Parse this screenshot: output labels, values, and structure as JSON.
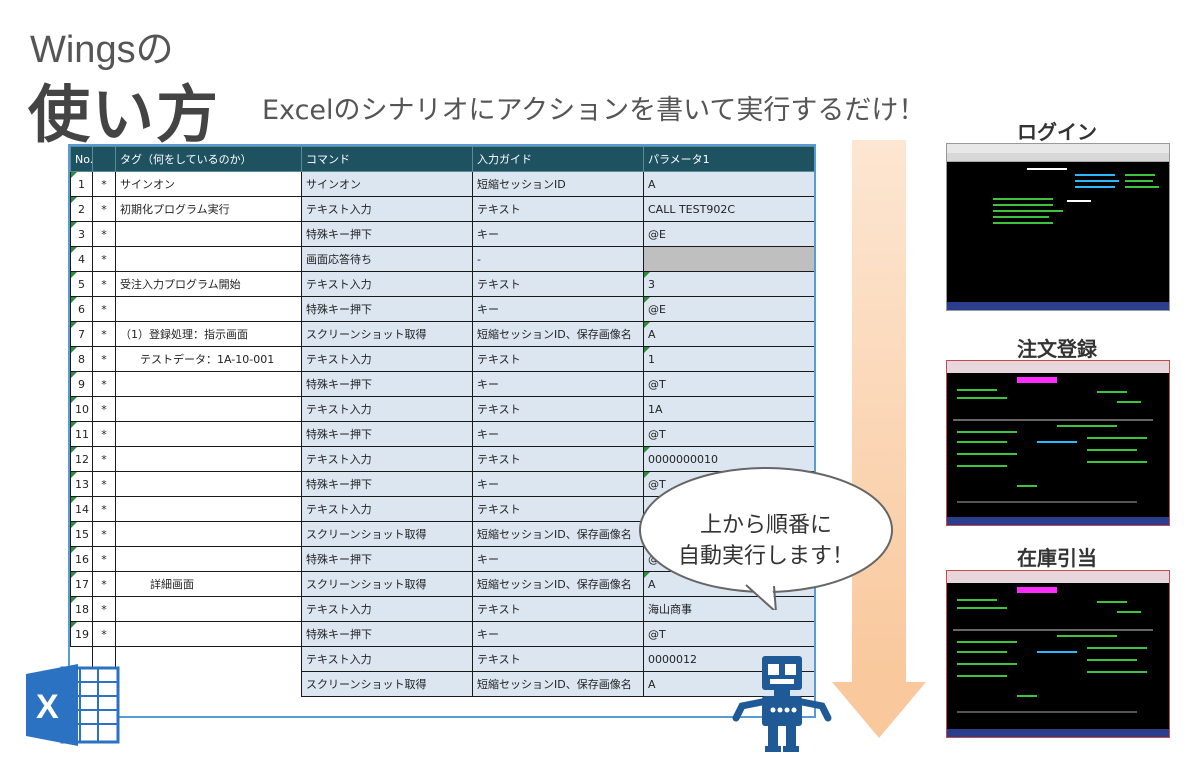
{
  "header": {
    "title_small": "Wingsの",
    "title_big": "使い方",
    "subtitle": "Excelのシナリオにアクションを書いて実行するだけ！"
  },
  "table": {
    "headers": [
      "No.",
      "",
      "タグ（何をしているのか）",
      "コマンド",
      "入力ガイド",
      "パラメータ1"
    ],
    "rows": [
      {
        "no": "1",
        "mark": "*",
        "tag": "サインオン",
        "command": "サインオン",
        "guide": "短縮セッションID",
        "param": "A"
      },
      {
        "no": "2",
        "mark": "*",
        "tag": "初期化プログラム実行",
        "command": "テキスト入力",
        "guide": "テキスト",
        "param": "CALL TEST902C"
      },
      {
        "no": "3",
        "mark": "*",
        "tag": "",
        "command": "特殊キー押下",
        "guide": "キー",
        "param": "@E"
      },
      {
        "no": "4",
        "mark": "*",
        "tag": "",
        "command": "画面応答待ち",
        "guide": "-",
        "param": ""
      },
      {
        "no": "5",
        "mark": "*",
        "tag": "受注入力プログラム開始",
        "command": "テキスト入力",
        "guide": "テキスト",
        "param": "3"
      },
      {
        "no": "6",
        "mark": "*",
        "tag": "",
        "command": "特殊キー押下",
        "guide": "キー",
        "param": "@E"
      },
      {
        "no": "7",
        "mark": "*",
        "tag": "（1）登録処理：指示画面",
        "command": "スクリーンショット取得",
        "guide": "短縮セッションID、保存画像名",
        "param": "A"
      },
      {
        "no": "8",
        "mark": "*",
        "tag": "テストデータ：1A-10-001",
        "command": "テキスト入力",
        "guide": "テキスト",
        "param": "1"
      },
      {
        "no": "9",
        "mark": "*",
        "tag": "",
        "command": "特殊キー押下",
        "guide": "キー",
        "param": "@T"
      },
      {
        "no": "10",
        "mark": "*",
        "tag": "",
        "command": "テキスト入力",
        "guide": "テキスト",
        "param": "1A"
      },
      {
        "no": "11",
        "mark": "*",
        "tag": "",
        "command": "特殊キー押下",
        "guide": "キー",
        "param": "@T"
      },
      {
        "no": "12",
        "mark": "*",
        "tag": "",
        "command": "テキスト入力",
        "guide": "テキスト",
        "param": "0000000010"
      },
      {
        "no": "13",
        "mark": "*",
        "tag": "",
        "command": "特殊キー押下",
        "guide": "キー",
        "param": "@T"
      },
      {
        "no": "14",
        "mark": "*",
        "tag": "",
        "command": "テキスト入力",
        "guide": "テキスト",
        "param": ""
      },
      {
        "no": "15",
        "mark": "*",
        "tag": "",
        "command": "スクリーンショット取得",
        "guide": "短縮セッションID、保存画像名",
        "param": ""
      },
      {
        "no": "16",
        "mark": "*",
        "tag": "",
        "command": "特殊キー押下",
        "guide": "キー",
        "param": "@"
      },
      {
        "no": "17",
        "mark": "*",
        "tag": "詳細画面",
        "command": "スクリーンショット取得",
        "guide": "短縮セッションID、保存画像名",
        "param": "A"
      },
      {
        "no": "18",
        "mark": "*",
        "tag": "",
        "command": "テキスト入力",
        "guide": "テキスト",
        "param": "海山商事"
      },
      {
        "no": "19",
        "mark": "*",
        "tag": "",
        "command": "特殊キー押下",
        "guide": "キー",
        "param": "@T"
      },
      {
        "no": "",
        "mark": "",
        "tag": "",
        "command": "テキスト入力",
        "guide": "テキスト",
        "param": "0000012"
      },
      {
        "no": "",
        "mark": "",
        "tag": "",
        "command": "スクリーンショット取得",
        "guide": "短縮セッションID、保存画像名",
        "param": "A"
      }
    ]
  },
  "bubble": {
    "line1": "上から順番に",
    "line2": "自動実行します！"
  },
  "screens": {
    "login_title": "ログイン",
    "order_title": "注文登録",
    "stock_title": "在庫引当"
  },
  "icons": {
    "excel": "excel-icon",
    "robot": "robot-icon",
    "arrow": "down-arrow"
  },
  "colors": {
    "header_bg": "#1f5260",
    "cell_bg": "#dce6f1",
    "arrow": "#f9c89c",
    "robot": "#1f5a96",
    "excel": "#2b72c2"
  }
}
